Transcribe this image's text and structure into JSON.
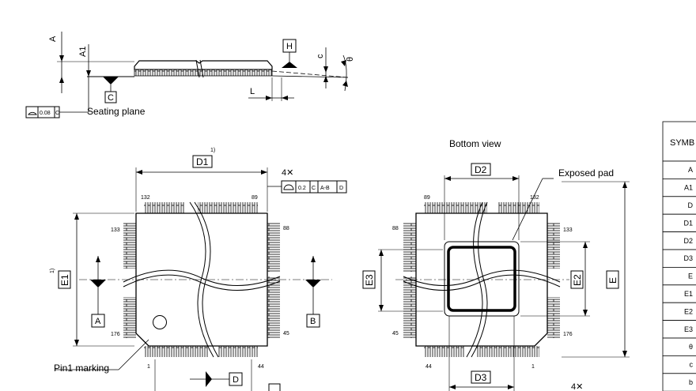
{
  "side_view": {
    "dim_A": "A",
    "dim_A1": "A1",
    "dim_c": "c",
    "dim_theta": "θ",
    "dim_L": "L",
    "datum_C": "C",
    "datum_H": "H",
    "flatness_value": "0.08",
    "flatness_ref": "C",
    "seating_plane": "Seating plane"
  },
  "top_view": {
    "note_ref": "1)",
    "note_ref_e1": "1)",
    "dim_D1": "D1",
    "dim_E1": "E1",
    "pin_132": "132",
    "pin_89": "89",
    "pin_133": "133",
    "pin_88": "88",
    "pin_176": "176",
    "pin_45": "45",
    "pin_1": "1",
    "pin_44": "44",
    "datum_A": "A",
    "datum_B": "B",
    "datum_D": "D",
    "count_4x": "4✕",
    "tol_value": "0.2",
    "tol_ref1": "C",
    "tol_ref2": "A-B",
    "tol_ref3": "D",
    "pin1_marking": "Pin1 marking"
  },
  "bottom_view": {
    "title": "Bottom view",
    "exposed_pad": "Exposed pad",
    "dim_D2": "D2",
    "dim_D3": "D3",
    "dim_E": "E",
    "dim_E2": "E2",
    "dim_E3": "E3",
    "pin_89": "89",
    "pin_132": "132",
    "pin_88": "88",
    "pin_133": "133",
    "pin_45": "45",
    "pin_176": "176",
    "pin_44": "44",
    "pin_1": "1",
    "count_4x": "4✕"
  },
  "table": {
    "header": "SYMB",
    "symbols": [
      "A",
      "A1",
      "D",
      "D1",
      "D2",
      "D3",
      "E",
      "E1",
      "E2",
      "E3",
      "θ",
      "c",
      "b"
    ]
  }
}
